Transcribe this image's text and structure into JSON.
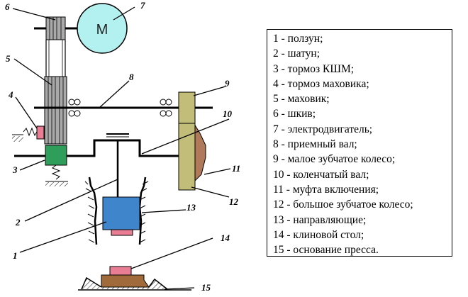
{
  "motor_label": "M",
  "numbers": [
    "1",
    "2",
    "3",
    "4",
    "5",
    "6",
    "7",
    "8",
    "9",
    "10",
    "11",
    "12",
    "13",
    "14",
    "15"
  ],
  "legend": [
    "1 - ползун;",
    "2 - шатун;",
    "3 - тормоз КШМ;",
    "4 - тормоз маховика;",
    "5 - маховик;",
    "6 - шкив;",
    "7 - электродвигатель;",
    "8 - приемный вал;",
    "9 - малое зубчатое колесо;",
    "10 - коленчатый вал;",
    "11 - муфта включения;",
    "12 - большое зубчатое колесо;",
    "13 - направляющие;",
    "14 - клиновой стол;",
    "15 - основание пресса."
  ],
  "colors": {
    "motor": "#b3f0f0",
    "flywheel": "#a9a9a9",
    "brake": "#e87d93",
    "crank_brake": "#2e9e5a",
    "gear": "#c2bd78",
    "gear_body": "#b07a5a",
    "slider": "#3e85cc",
    "slider_tool": "#e87d93",
    "die": "#a06a3a",
    "die_top": "#e87d93"
  }
}
